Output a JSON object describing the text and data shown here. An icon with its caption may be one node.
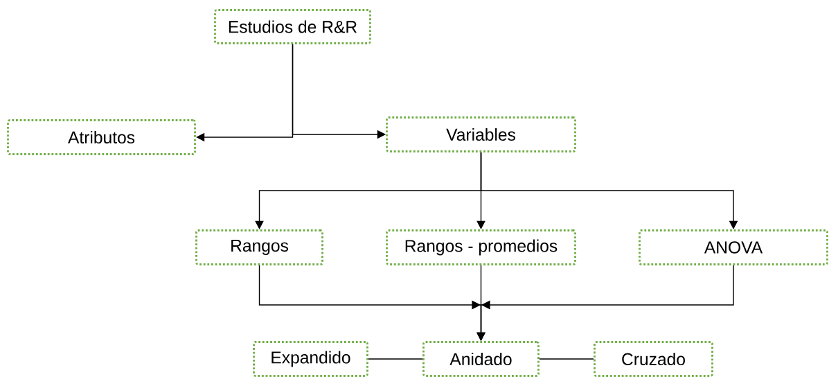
{
  "diagram": {
    "nodes": [
      {
        "text": [
          "Estudios de R&R"
        ]
      },
      {
        "text": [
          "Atributos"
        ]
      },
      {
        "text": [
          "Variables"
        ]
      },
      {
        "text": [
          "Rangos"
        ]
      },
      {
        "text": [
          "Rangos - promedios"
        ]
      },
      {
        "text": [
          "ANOVA"
        ]
      },
      {
        "text": [
          "Expandido"
        ]
      },
      {
        "text": [
          "Anidado"
        ]
      },
      {
        "text": [
          "Cruzado"
        ]
      }
    ],
    "edges": [
      {
        "from": 0,
        "to": 1,
        "arrow": "to"
      },
      {
        "from": 0,
        "to": 2,
        "arrow": "to"
      },
      {
        "from": 2,
        "to": 3,
        "arrow": "to"
      },
      {
        "from": 2,
        "to": 4,
        "arrow": "to"
      },
      {
        "from": 2,
        "to": 5,
        "arrow": "to"
      },
      {
        "from": 3,
        "to": 7,
        "arrow": "to"
      },
      {
        "from": 4,
        "to": 7,
        "arrow": "to"
      },
      {
        "from": 5,
        "to": 7,
        "arrow": "to"
      },
      {
        "from": 6,
        "to": 7,
        "arrow": "none"
      },
      {
        "from": 7,
        "to": 8,
        "arrow": "none"
      }
    ]
  }
}
